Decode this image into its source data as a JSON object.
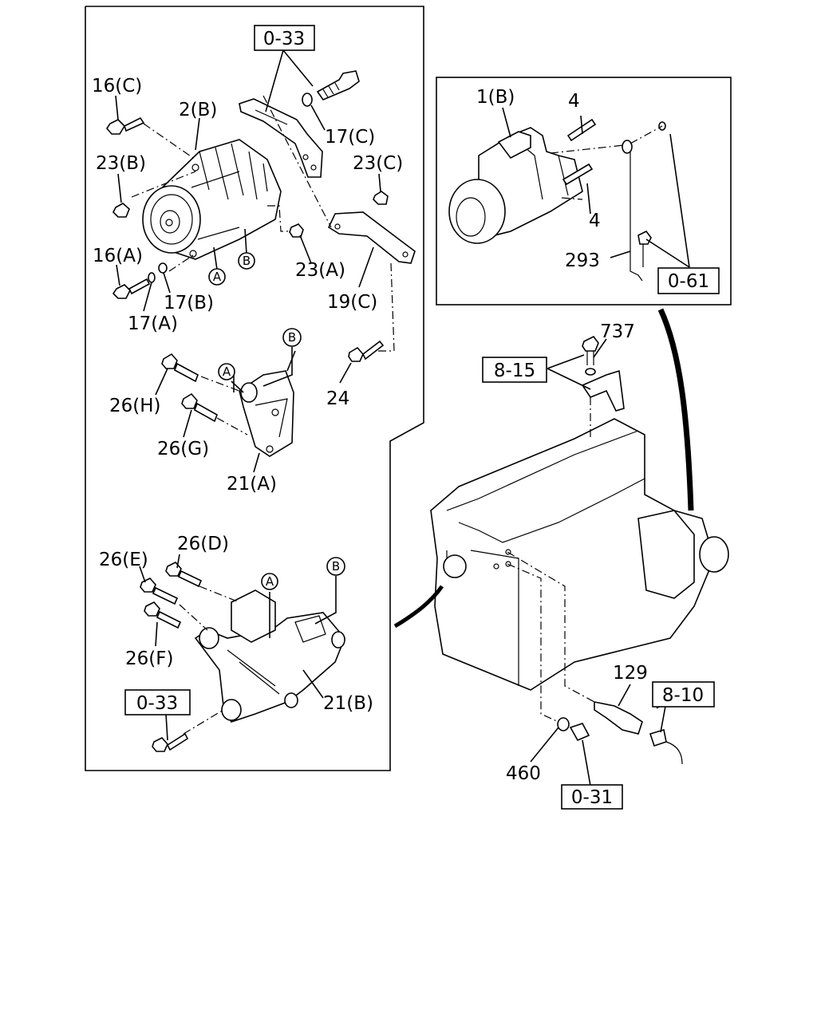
{
  "labels": {
    "l16c": "16(C)",
    "l2b": "2(B)",
    "l23b": "23(B)",
    "l23c": "23(C)",
    "l17c": "17(C)",
    "l16a": "16(A)",
    "l23a": "23(A)",
    "l17b": "17(B)",
    "l17a": "17(A)",
    "l19c": "19(C)",
    "l26h": "26(H)",
    "l26g": "26(G)",
    "l24": "24",
    "l21a": "21(A)",
    "l26e": "26(E)",
    "l26d": "26(D)",
    "l26f": "26(F)",
    "l21b": "21(B)",
    "l1b": "1(B)",
    "l4a": "4",
    "l4b": "4",
    "l293": "293",
    "l737": "737",
    "l129": "129",
    "l460": "460"
  },
  "refs": {
    "r033a": "0-33",
    "r033b": "0-33",
    "r061": "0-61",
    "r815": "8-15",
    "r810": "8-10",
    "r031": "0-31"
  },
  "circles": {
    "a": "A",
    "b": "B"
  }
}
